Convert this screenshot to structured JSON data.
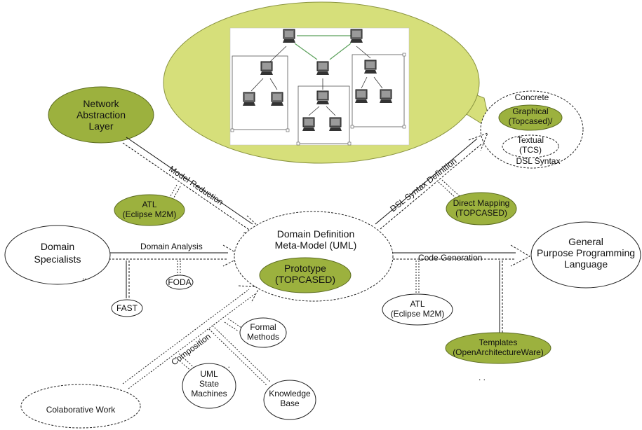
{
  "nodes": {
    "network_layer": "Network\nAbstraction\nLayer",
    "domain_specialists": "Domain\nSpecialists",
    "domain_definition": "Domain Definition\nMeta-Model (UML)",
    "prototype": "Prototype\n(TOPCASED)",
    "general_purpose": "General\nPurpose Programming\nLanguage",
    "concrete_syntax_top": "Concrete",
    "concrete_graphical": "Graphical\n(Topcased)/",
    "concrete_textual": "Textual\n(TCS)",
    "concrete_syntax_bottom": "DSL Syntax",
    "atl_model_reduction": "ATL\n(Eclipse M2M)",
    "direct_mapping": "Direct Mapping\n(TOPCASED)",
    "foda": "FODA",
    "fast": "FAST",
    "atl_code_gen": "ATL\n(Eclipse M2M)",
    "templates": "Templates\n(OpenArchitectureWare)",
    "formal_methods": "Formal\nMethods",
    "uml_state_machines": "UML\nState\nMachines",
    "knowledge_base": "Knowledge\nBase",
    "colaborative_work": "Colaborative Work"
  },
  "edges": {
    "model_reduction": "Model Reduction",
    "dsl_syntax_definition": "DSL Syntax Definition",
    "domain_analysis": "Domain Analysis",
    "code_generation": "Code Generation",
    "composition": "Composition"
  },
  "marks": {
    "dots_1": "..",
    "dots_2": ". .",
    "dots_3": ". ."
  },
  "colors": {
    "green": "#9cb13e",
    "light_green": "#d6df7a"
  }
}
